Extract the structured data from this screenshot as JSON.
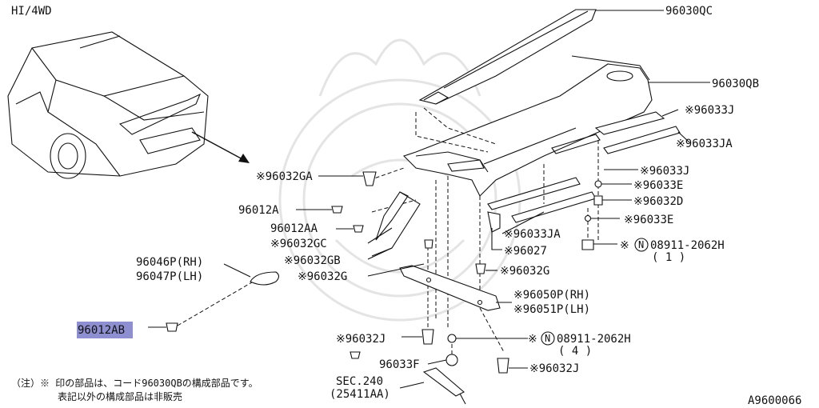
{
  "header": {
    "variant": "HI/4WD"
  },
  "footer": {
    "note_line1": "（注）※ 印の部品は、コード96030QBの構成部品です。",
    "note_line2": "表記以外の構成部品は非販売",
    "diagram_id": "A9600066"
  },
  "callouts": {
    "c96030QC": "96030QC",
    "c96030QB": "96030QB",
    "c96033J_a": "※96033J",
    "c96033JA_a": "※96033JA",
    "c96032GA": "※96032GA",
    "c96033J_b": "※96033J",
    "c96033E_a": "※96033E",
    "c96032D": "※96032D",
    "c96012A": "96012A",
    "c96033E_b": "※96033E",
    "c96012AA": "96012AA",
    "c96033JA_b": "※96033JA",
    "c96032GC": "※96032GC",
    "c96027": "※96027",
    "c08911_a_pre": "※",
    "c08911_a_n": "N",
    "c08911_a": "08911-2062H",
    "c08911_a_qty": "( 1 )",
    "c96032GB": "※96032GB",
    "c96032G_a": "※96032G",
    "c96046P": "96046P(RH)",
    "c96047P": "96047P(LH)",
    "c96032G_b": "※96032G",
    "c96050P": "※96050P(RH)",
    "c96051P": "※96051P(LH)",
    "c96012AB": "96012AB",
    "c96032J_a": "※96032J",
    "c08911_b_pre": "※",
    "c08911_b_n": "N",
    "c08911_b": "08911-2062H",
    "c08911_b_qty": "( 4 )",
    "c96033F": "96033F",
    "c96032J_b": "※96032J",
    "cSEC240": "SEC.240",
    "c25411AA": "(25411AA)"
  },
  "highlight": {
    "part": "96012AB",
    "color": "#8e8fd1"
  }
}
